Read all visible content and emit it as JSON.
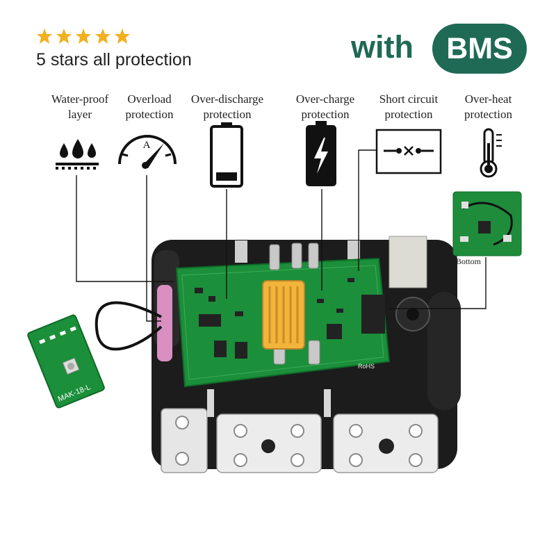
{
  "header": {
    "rating_stars": 5,
    "star_color": "#f2b01e",
    "tagline": "5 stars all protection",
    "with_text": "with",
    "badge_text": "BMS",
    "brand_color": "#1f6a55"
  },
  "features": [
    {
      "line1": "Water-proof",
      "line2": "layer",
      "icon": "water-drops-icon"
    },
    {
      "line1": "Overload",
      "line2": "protection",
      "icon": "gauge-icon"
    },
    {
      "line1": "Over-discharge",
      "line2": "protection",
      "icon": "battery-low-icon"
    },
    {
      "line1": "Over-charge",
      "line2": "protection",
      "icon": "battery-charge-icon"
    },
    {
      "line1": "Short circuit",
      "line2": "protection",
      "icon": "circuit-switch-icon"
    },
    {
      "line1": "Over-heat",
      "line2": "protection",
      "icon": "thermometer-icon"
    }
  ],
  "gauge_letter": "A",
  "inset": {
    "label": "Bottom"
  },
  "product": {
    "board_color": "#1b8f3a",
    "connector_color": "#f2b43a",
    "pcb_tag": "MAK-18-L",
    "rohs_mark": "RoHS"
  }
}
